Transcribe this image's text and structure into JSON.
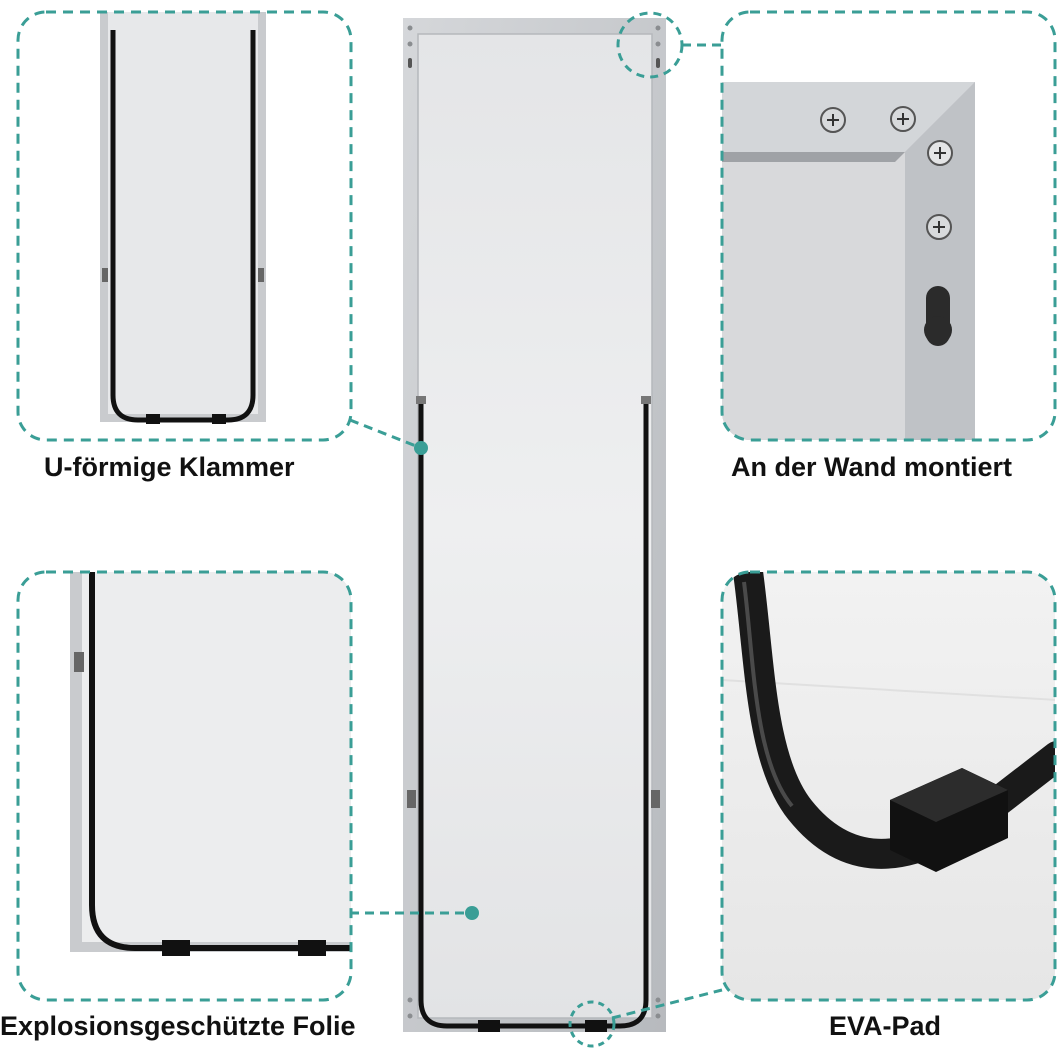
{
  "labels": {
    "clip": "U-förmige Klammer",
    "wall": "An der Wand montiert",
    "film": "Explosionsgeschützte Folie",
    "pad": "EVA-Pad"
  },
  "colors": {
    "accent": "#3a9e96",
    "frame": "#c9cbce",
    "glass": "#e9eaec",
    "bar": "#111111"
  }
}
